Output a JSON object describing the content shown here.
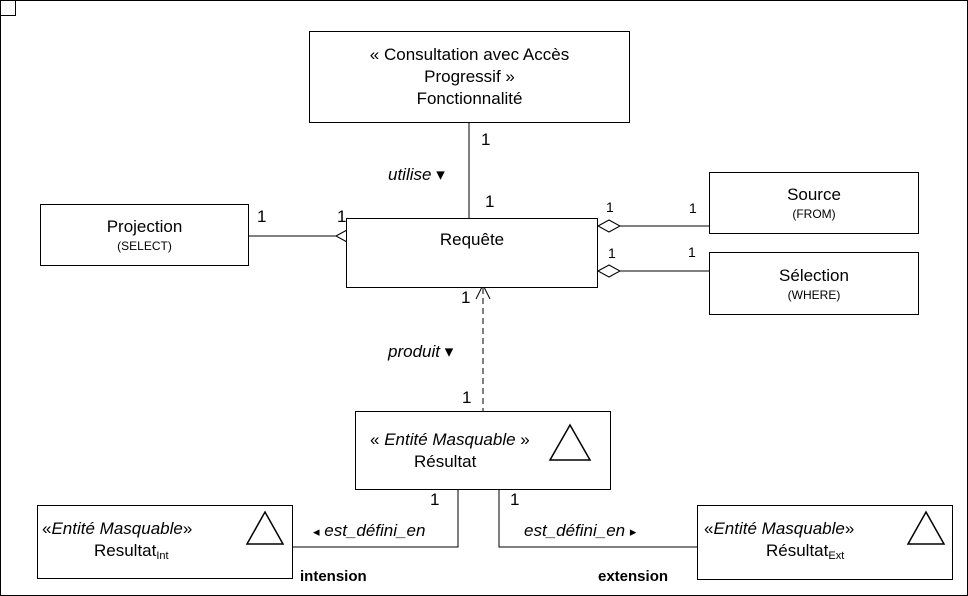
{
  "consultation": {
    "stereotype_line1": "« Consultation avec Accès",
    "stereotype_line2": "Progressif »",
    "name": "Fonctionnalité"
  },
  "projection": {
    "name": "Projection",
    "sub": "(SELECT)"
  },
  "requete": {
    "name": "Requête"
  },
  "source": {
    "name": "Source",
    "sub": "(FROM)"
  },
  "selection": {
    "name": "Sélection",
    "sub": "(WHERE)"
  },
  "resultat": {
    "stereotype_open": "« ",
    "stereotype": "Entité Masquable",
    "stereotype_close": " »",
    "name": "Résultat"
  },
  "resultat_int": {
    "stereotype_open": "«",
    "stereotype": "Entité Masquable",
    "stereotype_close": "»",
    "name": "Resultat",
    "subscript": "Int"
  },
  "resultat_ext": {
    "stereotype_open": "«",
    "stereotype": "Entité Masquable",
    "stereotype_close": "»",
    "name": "Résultat",
    "subscript": "Ext"
  },
  "multiplicities": {
    "cons_bottom": "1",
    "req_top": "1",
    "proj_right": "1",
    "req_left": "1",
    "req_source": "1",
    "source_left": "1",
    "req_selection": "1",
    "selection_left": "1",
    "req_bottom": "1",
    "res_top": "1",
    "res_bottom_left": "1",
    "res_bottom_right": "1"
  },
  "associations": {
    "utilise": "utilise",
    "utilise_arrow": "▾",
    "produit": "produit",
    "produit_arrow": "▾",
    "est_defini_en_left": "est_défini_en",
    "est_defini_en_left_arrow": "◂",
    "est_defini_en_right": "est_défini_en",
    "est_defini_en_right_arrow": "▸"
  },
  "roles": {
    "intension": "intension",
    "extension": "extension"
  }
}
